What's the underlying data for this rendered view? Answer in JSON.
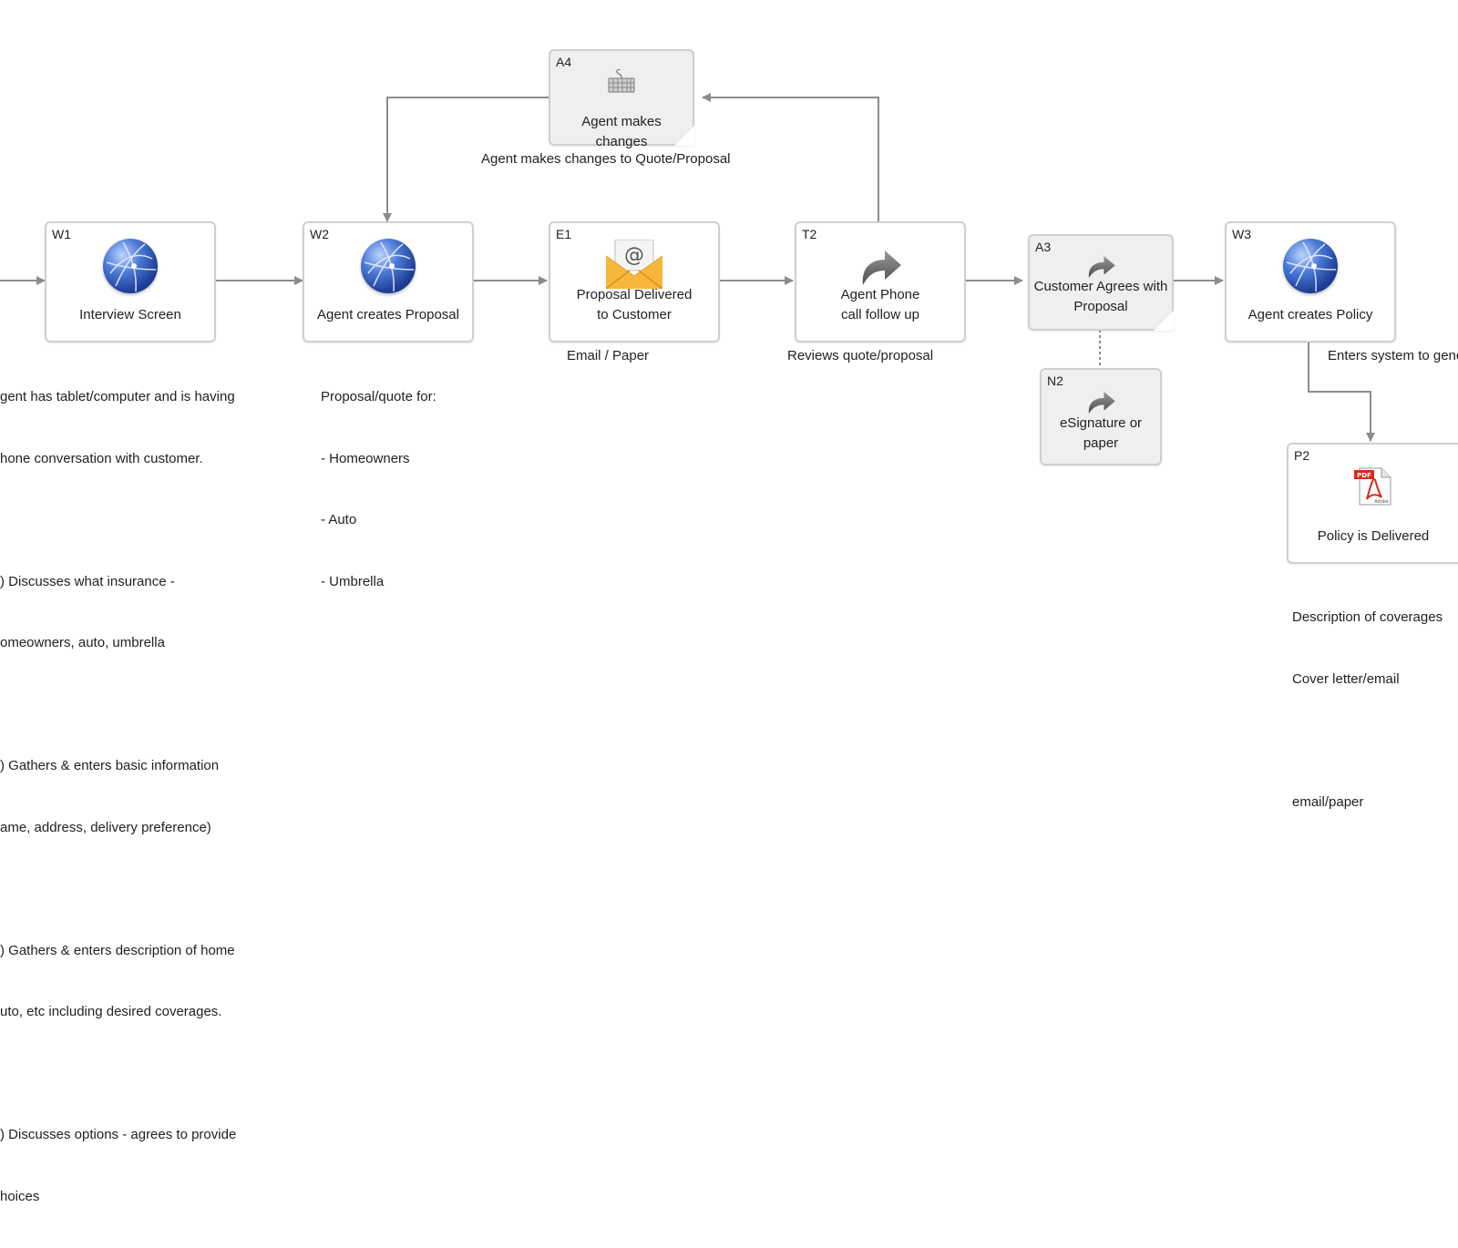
{
  "nodes": {
    "W1": {
      "id": "W1",
      "label": "Interview Screen",
      "icon": "globe-icon"
    },
    "W2": {
      "id": "W2",
      "label": "Agent creates Proposal",
      "icon": "globe-icon"
    },
    "E1": {
      "id": "E1",
      "label_lines": [
        "Proposal Delivered",
        "to Customer"
      ],
      "icon": "email-envelope-icon"
    },
    "T2": {
      "id": "T2",
      "label_lines": [
        "Agent Phone",
        "call follow up"
      ],
      "icon": "phone-forward-arrow-icon"
    },
    "A3": {
      "id": "A3",
      "label_lines": [
        "Customer Agrees with",
        "Proposal"
      ],
      "icon": "forward-arrow-icon"
    },
    "W3": {
      "id": "W3",
      "label": "Agent creates Policy",
      "icon": "globe-icon"
    },
    "A4": {
      "id": "A4",
      "label": "Agent makes changes",
      "icon": "keyboard-icon"
    },
    "N2": {
      "id": "N2",
      "label_lines": [
        "eSignature or",
        "paper"
      ],
      "icon": "forward-arrow-icon"
    },
    "P2": {
      "id": "P2",
      "label": "Policy is Delivered",
      "icon": "pdf-document-icon"
    }
  },
  "notes": {
    "W1": [
      "gent has tablet/computer and is having",
      "hone conversation with customer.",
      "",
      ") Discusses what insurance -",
      "omeowners, auto, umbrella",
      "",
      ") Gathers & enters basic information",
      "ame, address, delivery preference)",
      "",
      ") Gathers & enters description of home",
      "uto, etc including desired coverages.",
      "",
      ") Discusses options - agrees to provide",
      "hoices"
    ],
    "W2": [
      "Proposal/quote for:",
      "- Homeowners",
      "- Auto",
      "- Umbrella"
    ],
    "E1": "Email / Paper",
    "T2": "Reviews quote/proposal",
    "A4": "Agent makes changes to Quote/Proposal",
    "W3": "Enters system to gene",
    "P2": [
      "Description of coverages",
      "Cover letter/email",
      "",
      "email/paper"
    ]
  },
  "colors": {
    "connector": "#8c8c8c",
    "node_border": "#cfcfcf",
    "grey_node_fill": "#efefef"
  }
}
